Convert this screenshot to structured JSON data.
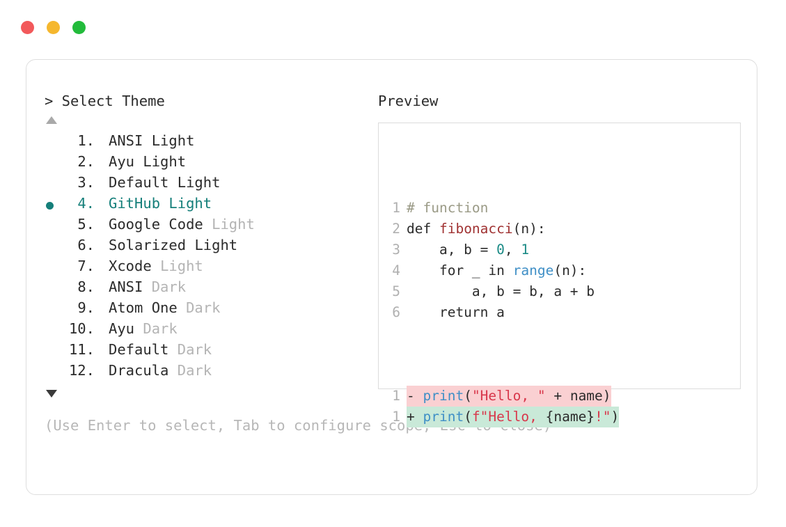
{
  "window": {
    "dots": [
      {
        "name": "close",
        "color": "#f2595b"
      },
      {
        "name": "minimize",
        "color": "#f5b72e"
      },
      {
        "name": "maximize",
        "color": "#22bb3b"
      }
    ]
  },
  "left": {
    "heading": "> Select Theme",
    "scroll_up": "▲",
    "scroll_down": "▼",
    "items": [
      {
        "num": "1.",
        "name": "ANSI",
        "variant": "Light",
        "variant_dim": false,
        "selected": false
      },
      {
        "num": "2.",
        "name": "Ayu",
        "variant": "Light",
        "variant_dim": false,
        "selected": false
      },
      {
        "num": "3.",
        "name": "Default",
        "variant": "Light",
        "variant_dim": false,
        "selected": false
      },
      {
        "num": "4.",
        "name": "GitHub",
        "variant": "Light",
        "variant_dim": false,
        "selected": true
      },
      {
        "num": "5.",
        "name": "Google Code",
        "variant": "Light",
        "variant_dim": true,
        "selected": false
      },
      {
        "num": "6.",
        "name": "Solarized",
        "variant": "Light",
        "variant_dim": false,
        "selected": false
      },
      {
        "num": "7.",
        "name": "Xcode",
        "variant": "Light",
        "variant_dim": true,
        "selected": false
      },
      {
        "num": "8.",
        "name": "ANSI",
        "variant": "Dark",
        "variant_dim": true,
        "selected": false
      },
      {
        "num": "9.",
        "name": "Atom One",
        "variant": "Dark",
        "variant_dim": true,
        "selected": false
      },
      {
        "num": "10.",
        "name": "Ayu",
        "variant": "Dark",
        "variant_dim": true,
        "selected": false
      },
      {
        "num": "11.",
        "name": "Default",
        "variant": "Dark",
        "variant_dim": true,
        "selected": false
      },
      {
        "num": "12.",
        "name": "Dracula",
        "variant": "Dark",
        "variant_dim": true,
        "selected": false
      }
    ],
    "help": "(Use Enter to select, Tab to configure scope, Esc to close)"
  },
  "preview": {
    "heading": "Preview",
    "code_lines": [
      {
        "ln": "1",
        "tokens": [
          {
            "t": "# function",
            "c": "comment"
          }
        ]
      },
      {
        "ln": "2",
        "tokens": [
          {
            "t": "def ",
            "c": "kw"
          },
          {
            "t": "fibonacci",
            "c": "fn"
          },
          {
            "t": "(n):",
            "c": "plain"
          }
        ]
      },
      {
        "ln": "3",
        "tokens": [
          {
            "t": "    a, b = ",
            "c": "plain"
          },
          {
            "t": "0",
            "c": "num"
          },
          {
            "t": ", ",
            "c": "plain"
          },
          {
            "t": "1",
            "c": "num"
          }
        ]
      },
      {
        "ln": "4",
        "tokens": [
          {
            "t": "    for _ in ",
            "c": "plain"
          },
          {
            "t": "range",
            "c": "builtin"
          },
          {
            "t": "(n):",
            "c": "plain"
          }
        ]
      },
      {
        "ln": "5",
        "tokens": [
          {
            "t": "        a, b = b, a + b",
            "c": "plain"
          }
        ]
      },
      {
        "ln": "6",
        "tokens": [
          {
            "t": "    return a",
            "c": "plain"
          }
        ]
      }
    ],
    "diff_lines": [
      {
        "ln": "1",
        "kind": "del",
        "sign": "-",
        "tokens": [
          {
            "t": "print",
            "c": "builtin"
          },
          {
            "t": "(",
            "c": "plain"
          },
          {
            "t": "\"Hello, \"",
            "c": "str"
          },
          {
            "t": " + name)",
            "c": "plain"
          }
        ]
      },
      {
        "ln": "1",
        "kind": "add",
        "sign": "+",
        "tokens": [
          {
            "t": "print",
            "c": "builtin"
          },
          {
            "t": "(",
            "c": "plain"
          },
          {
            "t": "f\"Hello, ",
            "c": "str"
          },
          {
            "t": "{name}",
            "c": "plain"
          },
          {
            "t": "!\"",
            "c": "str"
          },
          {
            "t": ")",
            "c": "plain"
          }
        ]
      }
    ]
  }
}
